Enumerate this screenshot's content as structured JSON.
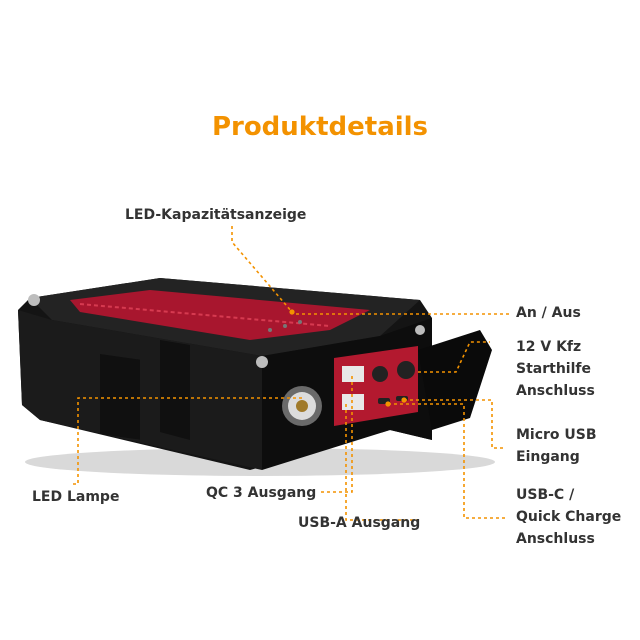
{
  "title": "Produktdetails",
  "labels": {
    "led_capacity": "LED-Kapazitätsanzeige",
    "on_off": "An / Aus",
    "car_jump": [
      "12 V Kfz",
      "Starthilfe",
      "Anschluss"
    ],
    "micro_usb": [
      "Micro USB",
      "Eingang"
    ],
    "usb_c": [
      "USB-C /",
      "Quick Charge",
      "Anschluss"
    ],
    "led_lamp": "LED Lampe",
    "qc3": "QC 3 Ausgang",
    "usb_a": "USB-A Ausgang"
  },
  "colors": {
    "accent": "#f39200",
    "text": "#333333",
    "device_body": "#141414",
    "device_stripe": "#a8162e"
  }
}
